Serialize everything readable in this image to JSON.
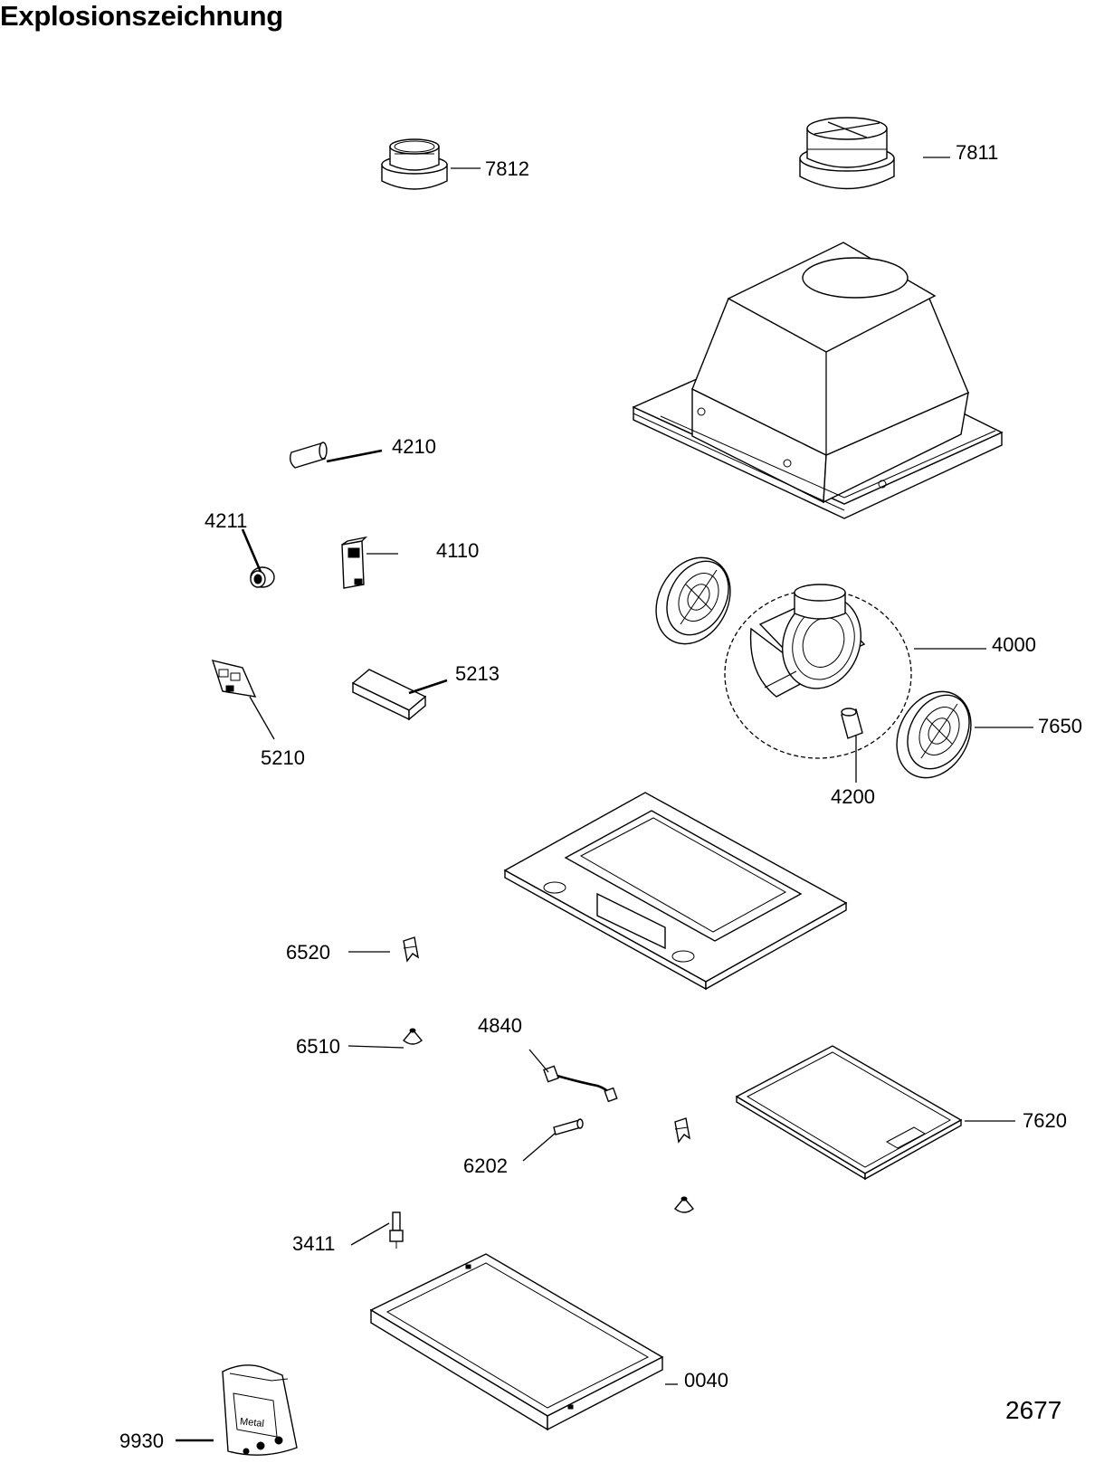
{
  "title": "Explosionszeichnung",
  "document_number": "2677",
  "bag_label": "Metal",
  "parts": [
    {
      "id": "7812"
    },
    {
      "id": "7811"
    },
    {
      "id": "4210"
    },
    {
      "id": "4211"
    },
    {
      "id": "4110"
    },
    {
      "id": "5213"
    },
    {
      "id": "5210"
    },
    {
      "id": "4000"
    },
    {
      "id": "7650"
    },
    {
      "id": "4200"
    },
    {
      "id": "6520"
    },
    {
      "id": "6510"
    },
    {
      "id": "4840"
    },
    {
      "id": "7620"
    },
    {
      "id": "6202"
    },
    {
      "id": "3411"
    },
    {
      "id": "0040"
    },
    {
      "id": "9930"
    }
  ]
}
